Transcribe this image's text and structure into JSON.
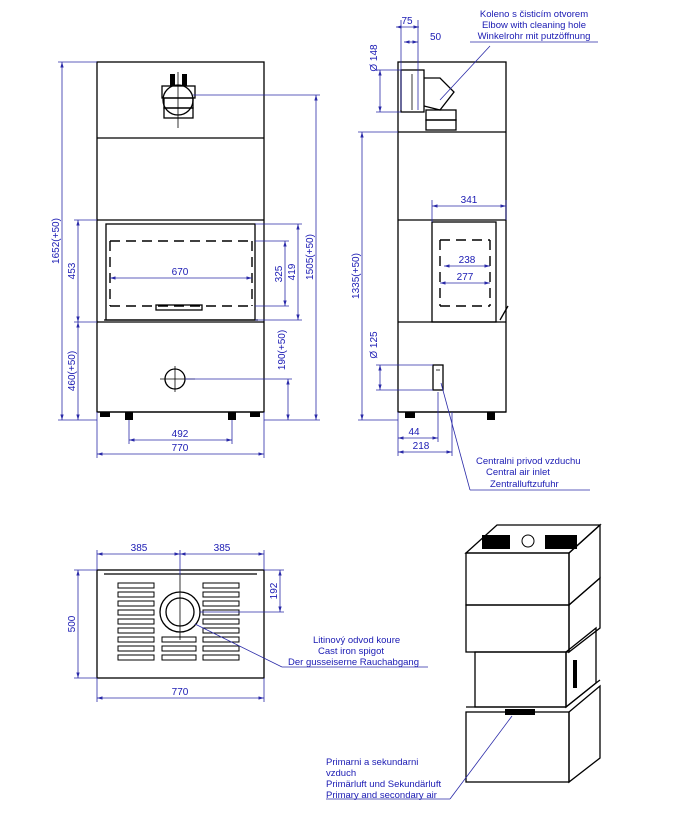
{
  "front_view": {
    "dims": {
      "total_height": "1652(+50)",
      "glass_height": "453",
      "bottom_height": "460(+50)",
      "opening_width": "670",
      "opening_h1": "325",
      "opening_h2": "419",
      "axis_height": "1505(+50)",
      "inlet_height": "190(+50)",
      "feet_spacing": "492",
      "width": "770"
    }
  },
  "side_view": {
    "dims": {
      "d75": "75",
      "d50": "50",
      "d148": "Ø 148",
      "depth_341": "341",
      "d238": "238",
      "d277": "277",
      "h1335": "1335(+50)",
      "d125": "Ø 125",
      "d44": "44",
      "d218": "218"
    },
    "elbow_label": [
      "Koleno s čisticím otvorem",
      "Elbow with cleaning hole",
      "Winkelrohr mit putzöffnung"
    ],
    "air_label": [
      "Centralni privod vzduchu",
      "Central air inlet",
      "Zentralluftzufuhr"
    ]
  },
  "top_view": {
    "dims": {
      "left": "385",
      "right": "385",
      "depth": "500",
      "offset": "192",
      "width": "770"
    },
    "spigot_label": [
      "Litinový odvod koure",
      "Cast iron spigot",
      "Der gusseiserne Rauchabgang"
    ]
  },
  "iso_view": {
    "air_label": [
      "Primarni a sekundarni",
      "vzduch",
      "Primärluft und Sekundärluft",
      "Primary and secondary air"
    ]
  }
}
